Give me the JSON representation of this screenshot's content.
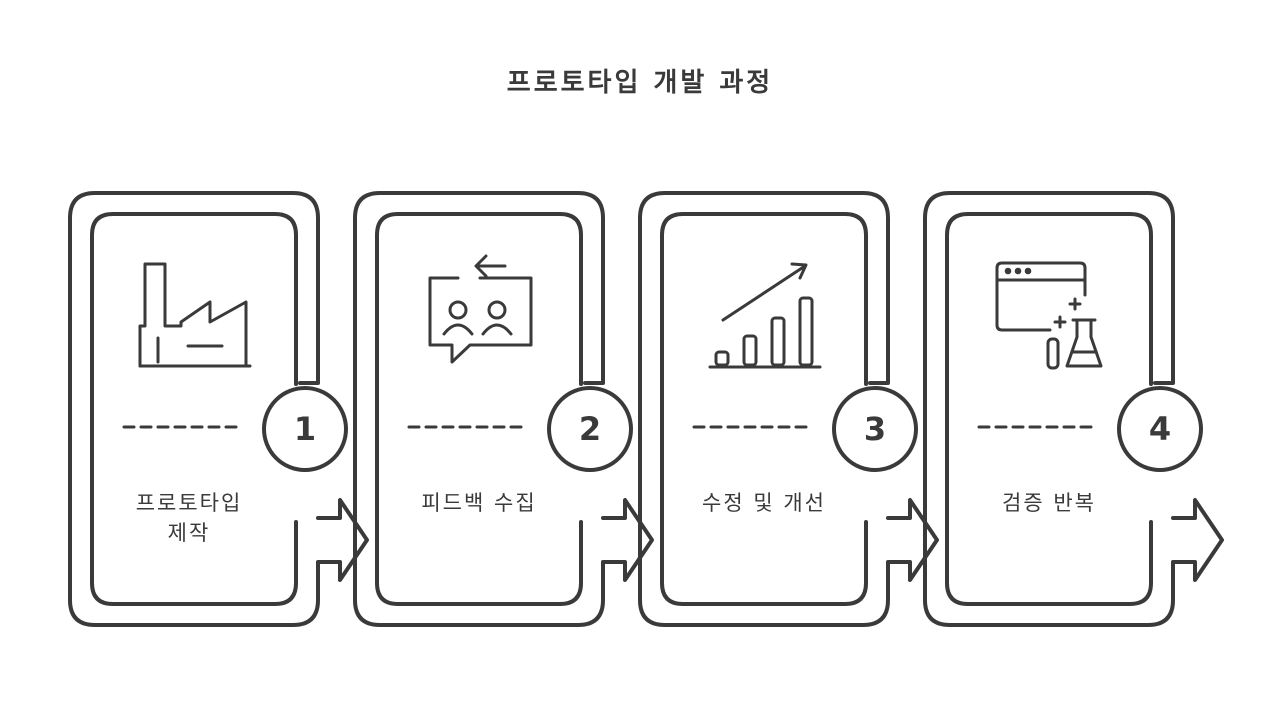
{
  "title": "프로토타입 개발 과정",
  "colors": {
    "stroke": "#3a3a3a",
    "background": "#ffffff"
  },
  "steps": [
    {
      "number": "1",
      "label": "프로토타입\n제작",
      "icon": "factory-icon"
    },
    {
      "number": "2",
      "label": "피드백 수집",
      "icon": "feedback-chat-icon"
    },
    {
      "number": "3",
      "label": "수정 및 개선",
      "icon": "growth-chart-icon"
    },
    {
      "number": "4",
      "label": "검증 반복",
      "icon": "lab-test-icon"
    }
  ]
}
